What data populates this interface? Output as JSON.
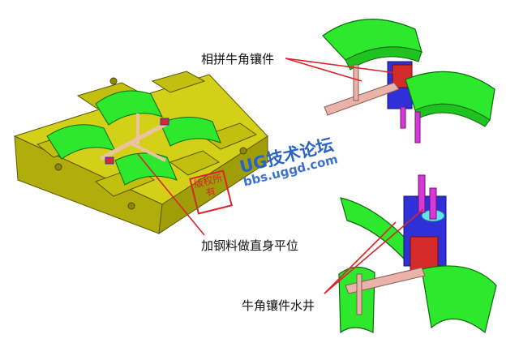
{
  "callouts": {
    "top": "相拼牛角镶件",
    "middle": "加钢料做直身平位",
    "bottom": "牛角镶件水井"
  },
  "watermark": {
    "title": "UG技术论坛",
    "url": "bbs.uggd.com",
    "seal": "版权所有"
  },
  "colors": {
    "mold_base": "#d4d017",
    "insert_green": "#2ee82e",
    "block_blue": "#3030d8",
    "block_red": "#d52a2a",
    "pin_magenta": "#d63ad6",
    "pin_pink": "#e9b3aa",
    "pointer": "#d7262b"
  }
}
